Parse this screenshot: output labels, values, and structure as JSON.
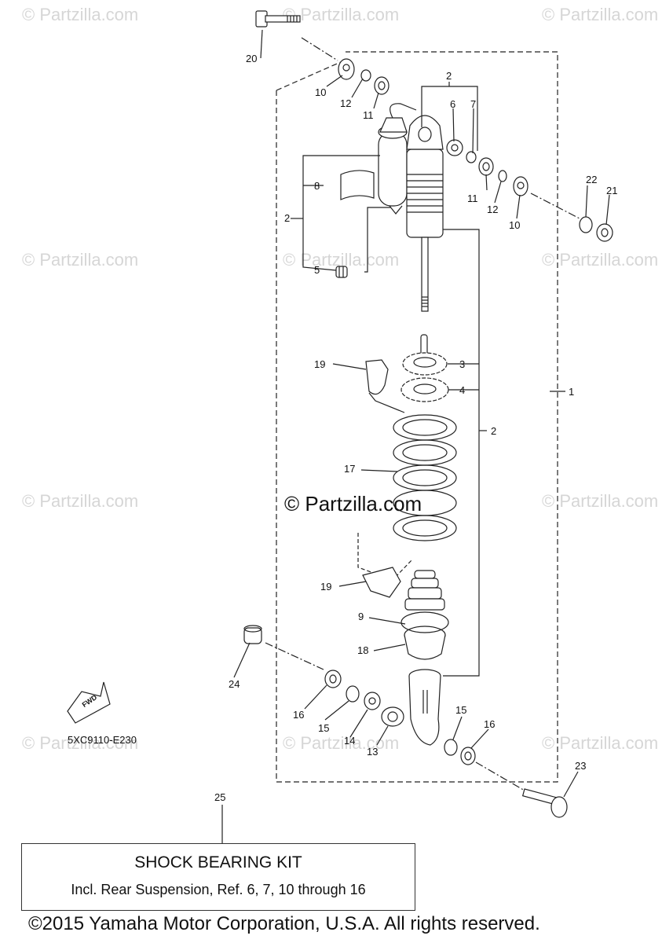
{
  "watermark": "© Partzilla.com",
  "center_watermark": "© Partzilla.com",
  "diagram_code": "5XC9110-E230",
  "fwd_label": "FWD",
  "callouts": {
    "c1": "1",
    "c2a": "2",
    "c2b": "2",
    "c2c": "2",
    "c3": "3",
    "c4": "4",
    "c5": "5",
    "c6": "6",
    "c7": "7",
    "c8": "8",
    "c9": "9",
    "c10a": "10",
    "c10b": "10",
    "c11a": "11",
    "c11b": "11",
    "c12a": "12",
    "c12b": "12",
    "c13": "13",
    "c14": "14",
    "c15a": "15",
    "c15b": "15",
    "c16a": "16",
    "c16b": "16",
    "c17": "17",
    "c18": "18",
    "c19a": "19",
    "c19b": "19",
    "c20": "20",
    "c21": "21",
    "c22": "22",
    "c23": "23",
    "c24": "24",
    "c25": "25"
  },
  "kit": {
    "title": "SHOCK BEARING KIT",
    "subtitle": "Incl. Rear Suspension, Ref. 6, 7, 10 through 16"
  },
  "copyright": "©2015 Yamaha Motor Corporation, U.S.A. All rights reserved."
}
